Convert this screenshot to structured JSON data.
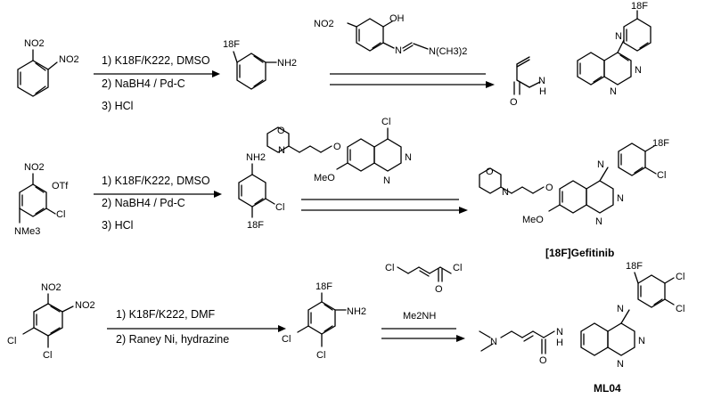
{
  "routes": [
    {
      "conditions": [
        "1) K18F/K222, DMSO",
        "2) NaBH4 / Pd-C",
        "3) HCl"
      ],
      "reagent_label": ""
    },
    {
      "conditions": [
        "1) K18F/K222, DMSO",
        "2) NaBH4 / Pd-C",
        "3) HCl"
      ],
      "product_name": "[18F]Gefitinib"
    },
    {
      "conditions": [
        "1) K18F/K222, DMF",
        "2) Raney Ni, hydrazine"
      ],
      "reagent_label": "Me2NH",
      "product_name": "ML04"
    }
  ],
  "atoms": {
    "no2": "NO2",
    "nh2": "NH2",
    "f18": "18F",
    "n": "N",
    "o": "O",
    "oh": "OH",
    "cl": "Cl",
    "h": "H",
    "meo": "MeO",
    "otf": "OTf",
    "nme3": "NMe3",
    "nme2": "N(CH3)2"
  }
}
